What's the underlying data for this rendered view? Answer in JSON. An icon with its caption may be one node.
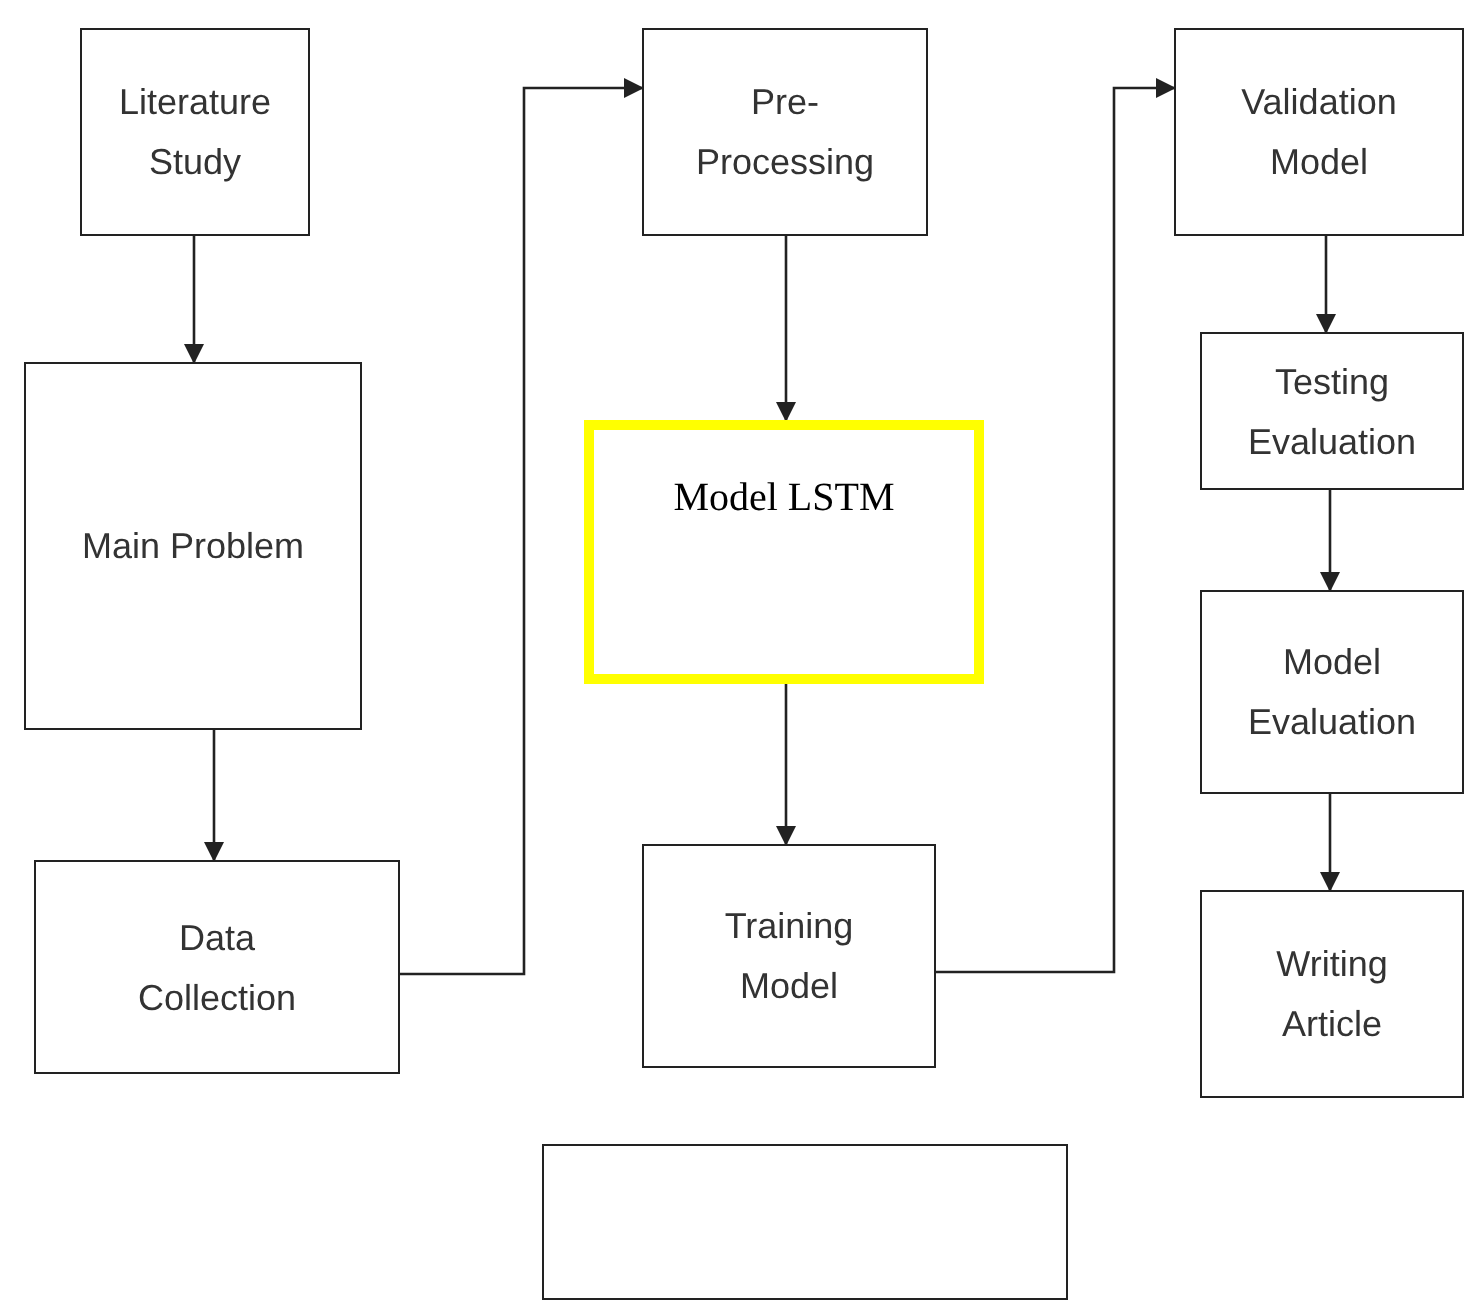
{
  "diagram": {
    "nodes": [
      {
        "text": [
          "Literature Study"
        ]
      },
      {
        "text": [
          "Main Problem"
        ]
      },
      {
        "text": [
          "Data Collection"
        ]
      },
      {
        "text": [
          "Pre-Processing"
        ]
      },
      {
        "text": [
          "Model LSTM"
        ]
      },
      {
        "text": [
          "Training Model"
        ]
      },
      {
        "text": [
          "Validation Model"
        ]
      },
      {
        "text": [
          "Testing Evaluation"
        ]
      },
      {
        "text": [
          "Model Evaluation"
        ]
      },
      {
        "text": [
          "Writing Article"
        ]
      },
      {
        "text": [],
        "shape": "box"
      }
    ],
    "edges": [
      {
        "from": 0,
        "to": 1,
        "arrow": "to"
      },
      {
        "from": 1,
        "to": 2,
        "arrow": "to"
      },
      {
        "from": 2,
        "to": 3,
        "arrow": "to"
      },
      {
        "from": 3,
        "to": 4,
        "arrow": "to"
      },
      {
        "from": 4,
        "to": 5,
        "arrow": "to"
      },
      {
        "from": 5,
        "to": 6,
        "arrow": "to"
      },
      {
        "from": 6,
        "to": 7,
        "arrow": "to"
      },
      {
        "from": 7,
        "to": 8,
        "arrow": "to"
      },
      {
        "from": 8,
        "to": 9,
        "arrow": "to"
      }
    ]
  }
}
